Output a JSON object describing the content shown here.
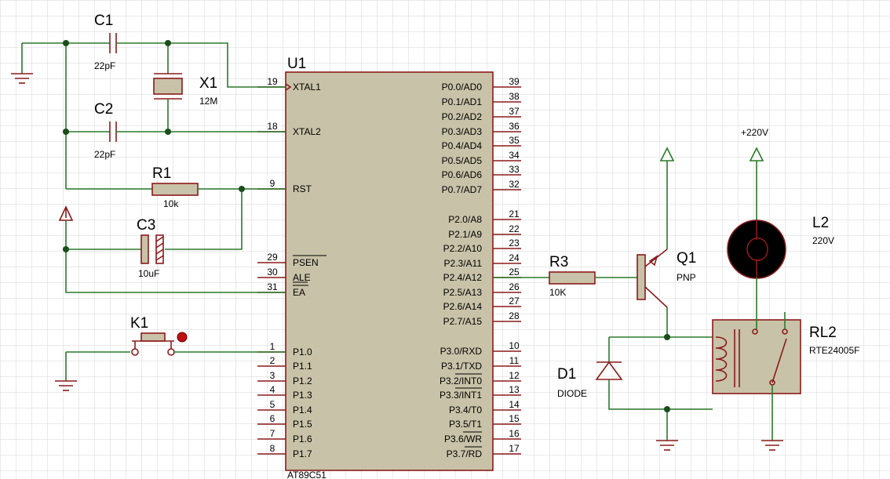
{
  "mcu": {
    "ref": "U1",
    "part": "AT89C51",
    "left_pins": [
      {
        "num": "19",
        "name": "XTAL1"
      },
      {
        "num": "18",
        "name": "XTAL2"
      },
      {
        "num": "9",
        "name": "RST"
      },
      {
        "num": "29",
        "name": "PSEN"
      },
      {
        "num": "30",
        "name": "ALE"
      },
      {
        "num": "31",
        "name": "EA"
      },
      {
        "num": "1",
        "name": "P1.0"
      },
      {
        "num": "2",
        "name": "P1.1"
      },
      {
        "num": "3",
        "name": "P1.2"
      },
      {
        "num": "4",
        "name": "P1.3"
      },
      {
        "num": "5",
        "name": "P1.4"
      },
      {
        "num": "6",
        "name": "P1.5"
      },
      {
        "num": "7",
        "name": "P1.6"
      },
      {
        "num": "8",
        "name": "P1.7"
      }
    ],
    "right_pins": [
      {
        "num": "39",
        "name": "P0.0/AD0"
      },
      {
        "num": "38",
        "name": "P0.1/AD1"
      },
      {
        "num": "37",
        "name": "P0.2/AD2"
      },
      {
        "num": "36",
        "name": "P0.3/AD3"
      },
      {
        "num": "35",
        "name": "P0.4/AD4"
      },
      {
        "num": "34",
        "name": "P0.5/AD5"
      },
      {
        "num": "33",
        "name": "P0.6/AD6"
      },
      {
        "num": "32",
        "name": "P0.7/AD7"
      },
      {
        "num": "21",
        "name": "P2.0/A8"
      },
      {
        "num": "22",
        "name": "P2.1/A9"
      },
      {
        "num": "23",
        "name": "P2.2/A10"
      },
      {
        "num": "24",
        "name": "P2.3/A11"
      },
      {
        "num": "25",
        "name": "P2.4/A12"
      },
      {
        "num": "26",
        "name": "P2.5/A13"
      },
      {
        "num": "27",
        "name": "P2.6/A14"
      },
      {
        "num": "28",
        "name": "P2.7/A15"
      },
      {
        "num": "10",
        "name": "P3.0/RXD"
      },
      {
        "num": "11",
        "name": "P3.1/TXD"
      },
      {
        "num": "12",
        "name": "P3.2/INT0"
      },
      {
        "num": "13",
        "name": "P3.3/INT1"
      },
      {
        "num": "14",
        "name": "P3.4/T0"
      },
      {
        "num": "15",
        "name": "P3.5/T1"
      },
      {
        "num": "16",
        "name": "P3.6/WR"
      },
      {
        "num": "17",
        "name": "P3.7/RD"
      }
    ]
  },
  "components": {
    "c1": {
      "ref": "C1",
      "value": "22pF"
    },
    "c2": {
      "ref": "C2",
      "value": "22pF"
    },
    "c3": {
      "ref": "C3",
      "value": "10uF"
    },
    "x1": {
      "ref": "X1",
      "value": "12M"
    },
    "r1": {
      "ref": "R1",
      "value": "10k"
    },
    "r3": {
      "ref": "R3",
      "value": "10K"
    },
    "k1": {
      "ref": "K1"
    },
    "q1": {
      "ref": "Q1",
      "value": "PNP"
    },
    "d1": {
      "ref": "D1",
      "value": "DIODE"
    },
    "l2": {
      "ref": "L2",
      "value": "220V"
    },
    "rl2": {
      "ref": "RL2",
      "value": "RTE24005F"
    },
    "supply": {
      "label": "+220V"
    }
  },
  "colors": {
    "wire": "#2a7a2a",
    "part_outline": "#8b1a1a",
    "chip_fill": "#c8c2a8",
    "grid": "#d0d0d0",
    "junction": "#1a4d1a"
  }
}
